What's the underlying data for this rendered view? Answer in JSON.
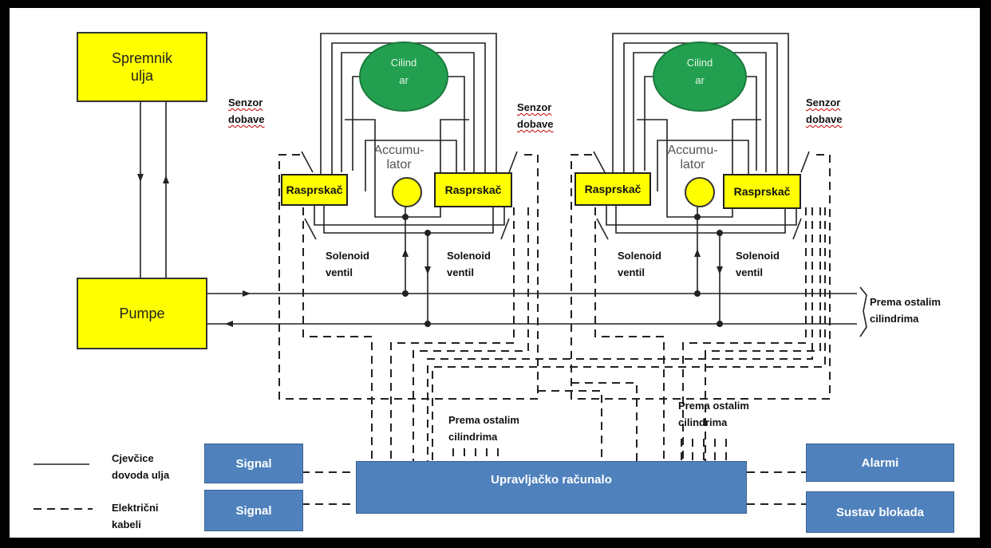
{
  "tank": "Spremnik ulja",
  "pumps": "Pumpe",
  "cylinder": "Cilind ar",
  "accumulator": "Accumu- lator",
  "sprayer": "Rasprskač",
  "sensor": "Senzor dobave",
  "solenoid": "Solenoid ventil",
  "to_others": "Prema ostalim cilindrima",
  "controller": "Upravljačko računalo",
  "signal": "Signal",
  "alarms": "Alarmi",
  "blocking": "Sustav blokada",
  "legend": {
    "oil_pipes": "Cjevčice dovoda ulja",
    "electric_cables": "Električni kabeli"
  },
  "colors": {
    "yellow": "#ffff00",
    "green": "#22a050",
    "blue": "#4f81bd"
  }
}
